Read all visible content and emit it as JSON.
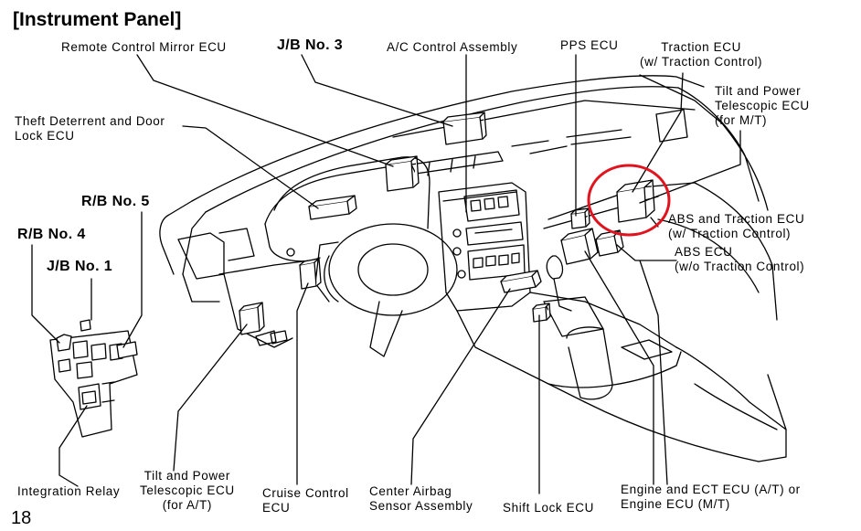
{
  "title": "[Instrument Panel]",
  "page_number": "18",
  "highlight_color": "#e0141e",
  "labels": {
    "remote_mirror": "Remote Control Mirror ECU",
    "jb3": "J/B No. 3",
    "ac_control": "A/C Control Assembly",
    "pps": "PPS ECU",
    "traction_ecu": "Traction ECU\n(w/ Traction Control)",
    "tilt_mt": "Tilt and Power\nTelescopic ECU\n(for M/T)",
    "theft": "Theft Deterrent and Door\nLock ECU",
    "rb5": "R/B No. 5",
    "rb4": "R/B No. 4",
    "jb1": "J/B No. 1",
    "abs_traction": "ABS and Traction ECU\n(w/ Traction Control)",
    "abs_ecu": "ABS ECU\n(w/o Traction Control)",
    "integration_relay": "Integration Relay",
    "tilt_at": "Tilt and Power\nTelescopic ECU\n(for A/T)",
    "cruise": "Cruise Control\nECU",
    "airbag": "Center Airbag\nSensor Assembly",
    "shift_lock": "Shift Lock ECU",
    "engine": "Engine and ECT ECU (A/T) or\nEngine ECU (M/T)"
  }
}
